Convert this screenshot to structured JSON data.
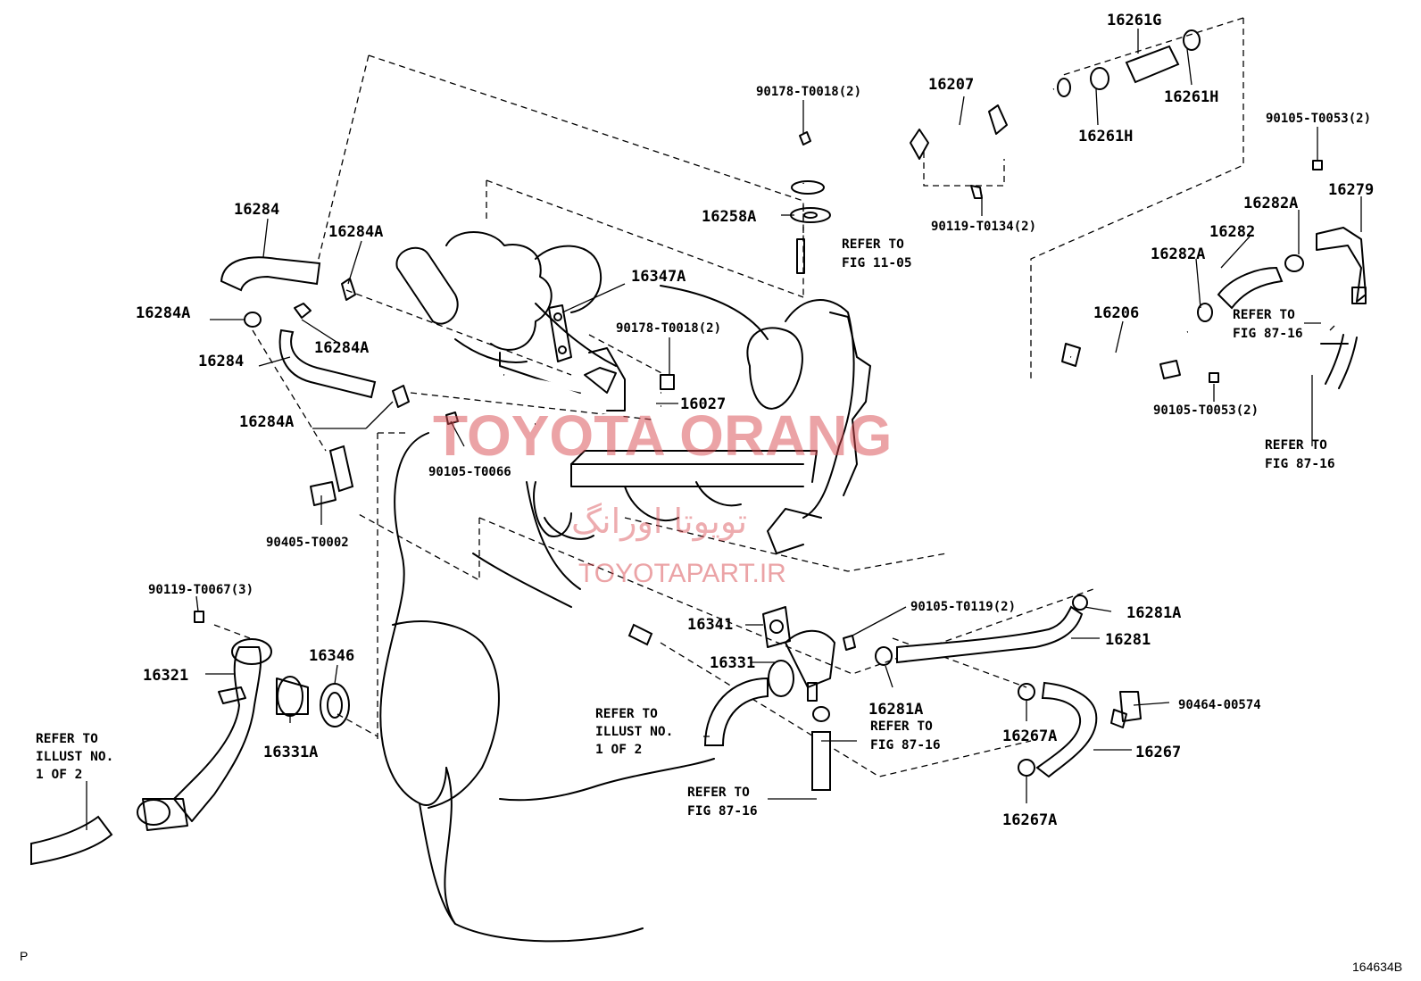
{
  "labels": {
    "p16261G": "16261G",
    "p16261H_a": "16261H",
    "p16261H_b": "16261H",
    "p16207": "16207",
    "p90178_t0018_top": "90178-T0018(2)",
    "p16258A": "16258A",
    "p90119_t0134": "90119-T0134(2)",
    "p90105_t0053_top": "90105-T0053(2)",
    "p16279": "16279",
    "p16282A_a": "16282A",
    "p16282": "16282",
    "p16282A_b": "16282A",
    "p16206": "16206",
    "p90105_t0053_bot": "90105-T0053(2)",
    "p16284_top": "16284",
    "p16284A_a": "16284A",
    "p16284A_b": "16284A",
    "p16284A_c": "16284A",
    "p16284_mid": "16284",
    "p16284A_d": "16284A",
    "p16347A": "16347A",
    "p90178_t0018_mid": "90178-T0018(2)",
    "p16027": "16027",
    "p90105_t0066": "90105-T0066",
    "p90405_t0002": "90405-T0002",
    "p90119_t0067": "90119-T0067(3)",
    "p16321": "16321",
    "p16346": "16346",
    "p16331A": "16331A",
    "p16341": "16341",
    "p16331": "16331",
    "p90105_t0119": "90105-T0119(2)",
    "p16281A_a": "16281A",
    "p16281": "16281",
    "p16281A_b": "16281A",
    "p16267A_a": "16267A",
    "p16267": "16267",
    "p16267A_b": "16267A",
    "p90464_00574": "90464-00574"
  },
  "refs": {
    "fig_11_05_a": "REFER TO",
    "fig_11_05_b": "FIG 11-05",
    "fig_87_16_r1a": "REFER TO",
    "fig_87_16_r1b": "FIG 87-16",
    "fig_87_16_r2a": "REFER TO",
    "fig_87_16_r2b": "FIG 87-16",
    "illust_left_a": "REFER TO",
    "illust_left_b": "ILLUST NO.",
    "illust_left_c": "1 OF 2",
    "illust_mid_a": "REFER TO",
    "illust_mid_b": "ILLUST NO.",
    "illust_mid_c": "1 OF 2",
    "fig_87_16_m1a": "REFER TO",
    "fig_87_16_m1b": "FIG 87-16",
    "fig_87_16_m2a": "REFER TO",
    "fig_87_16_m2b": "FIG 87-16"
  },
  "watermark": {
    "main": "TOYOTA ORANG",
    "farsi": "تویوتا اورانگ",
    "url": "TOYOTAPART.IR"
  },
  "corner": {
    "left": "P",
    "right": "164634B"
  },
  "colors": {
    "watermark": "#d8494f",
    "line": "#000000"
  }
}
